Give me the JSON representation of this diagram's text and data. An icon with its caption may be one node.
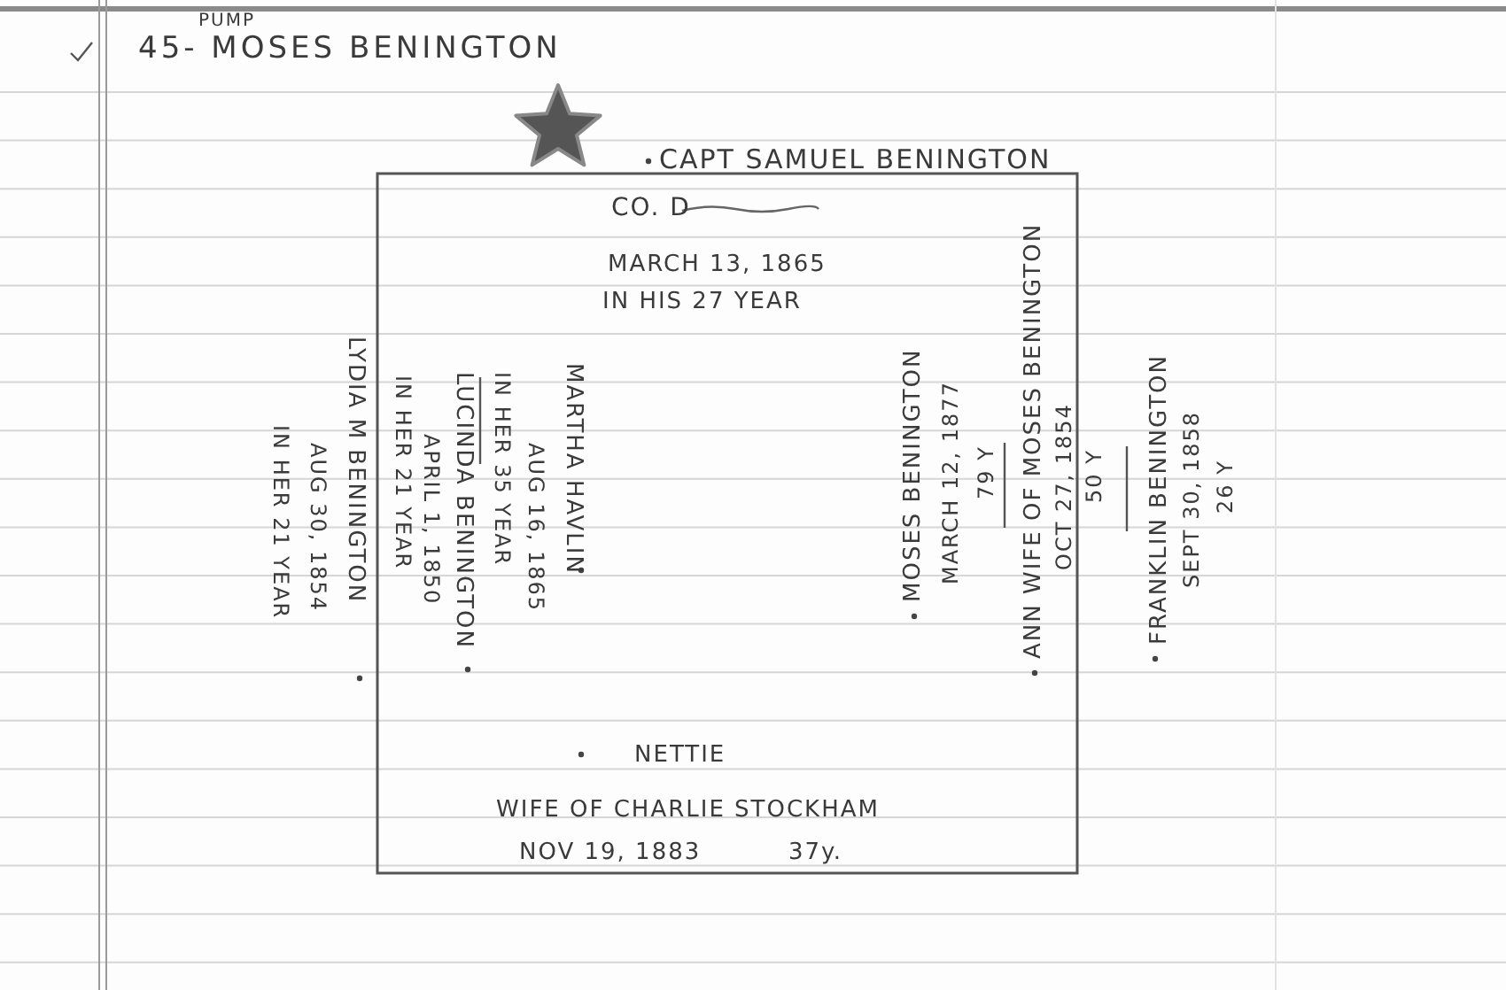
{
  "diagram": {
    "title": "45- MOSES BENINGTON",
    "labels": [
      "PUMP",
      "CAPT SAMUEL BENINGTON",
      "CO. D",
      "MARCH 13, 1865",
      "IN HIS 27 YEAR",
      "LYDIA M BENINGTON",
      "AUG 30, 1854",
      "IN HER 21 YEAR",
      "MARTHA HAVLIN",
      "AUG 16, 1865",
      "IN HER 35 YEAR",
      "LUCINDA BENINGTON",
      "APRIL 1, 1850",
      "IN HER 21 YEAR",
      "MOSES BENINGTON",
      "MARCH 12, 1877",
      "79 Y",
      "ANN WIFE OF MOSES BENINGTON",
      "OCT 27, 1854",
      "50 Y",
      "FRANKLIN BENINGTON",
      "SEPT 30, 1858",
      "26 Y",
      "NETTIE",
      "WIFE OF CHARLIE STOCKHAM",
      "NOV 19, 1883",
      "37y."
    ]
  }
}
